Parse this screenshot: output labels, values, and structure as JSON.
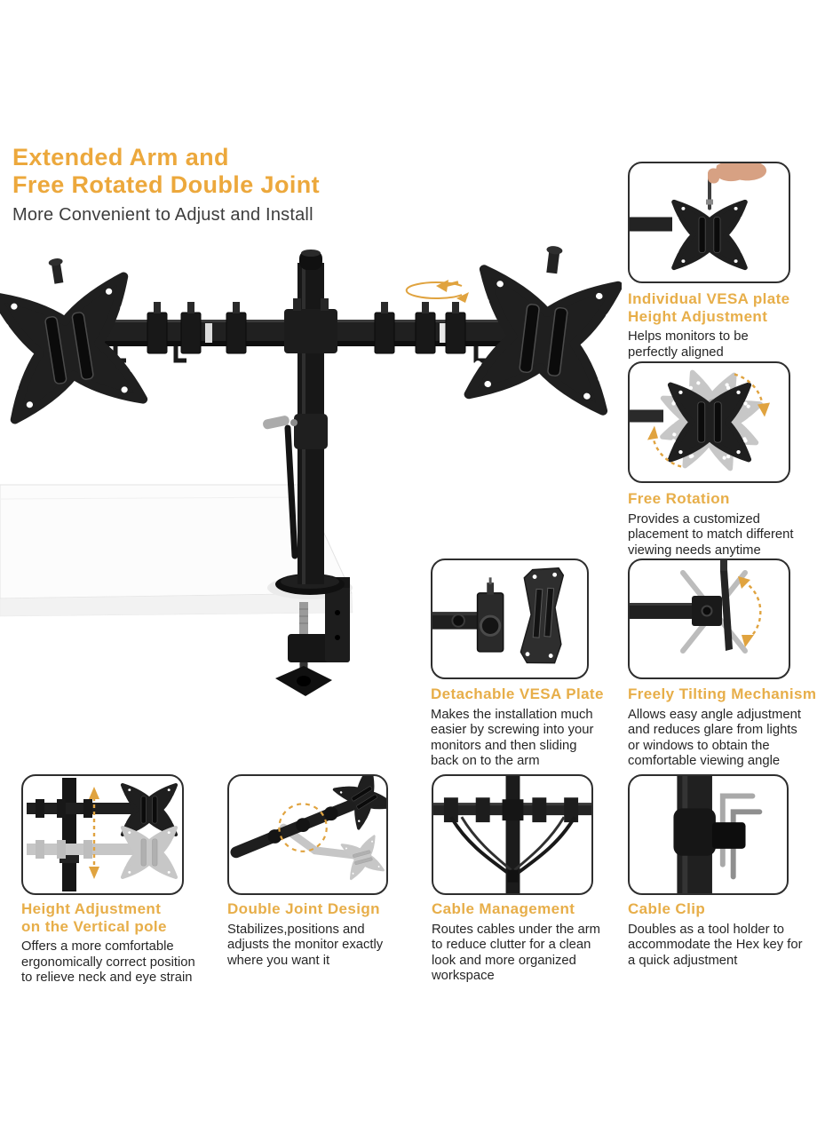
{
  "header": {
    "title_line1": "Extended Arm and",
    "title_line2": "Free Rotated Double Joint",
    "subtitle": "More Convenient to Adjust and Install"
  },
  "colors": {
    "heading_orange": "#ECA83C",
    "caption_orange": "#E7AE49",
    "arrow_orange": "#E0A33F",
    "body_text": "#262626",
    "product_black": "#1C1C1C",
    "ghost_gray": "#C6C6C6",
    "card_border": "#2E2E2E"
  },
  "icons": [
    "rotation-arrows-icon",
    "height-double-arrow-icon",
    "tilt-arc-arrow-icon",
    "joint-highlight-circle-icon",
    "rotation-arc-arrows-icon"
  ],
  "features": {
    "individual_vesa": {
      "title_lines": [
        "Individual VESA plate",
        "Height Adjustment"
      ],
      "body_lines": [
        "Helps monitors to be",
        "perfectly aligned"
      ]
    },
    "free_rotation": {
      "title_lines": [
        "Free Rotation"
      ],
      "body_lines": [
        "Provides a customized",
        "placement to match different",
        "viewing needs anytime"
      ]
    },
    "detachable_vesa": {
      "title_lines": [
        "Detachable VESA Plate"
      ],
      "body_lines": [
        "Makes the installation much",
        "easier by screwing into your",
        "monitors and then sliding",
        "back on to the arm"
      ]
    },
    "tilting": {
      "title_lines": [
        "Freely Tilting Mechanism"
      ],
      "body_lines": [
        "Allows easy angle adjustment",
        "and reduces glare from lights",
        "or windows to obtain the",
        "comfortable viewing angle"
      ]
    },
    "height_adjustment": {
      "title_lines": [
        "Height Adjustment",
        "on the Vertical pole"
      ],
      "body_lines": [
        "Offers a more comfortable",
        "ergonomically correct position",
        "to relieve neck and eye strain"
      ]
    },
    "double_joint": {
      "title_lines": [
        "Double Joint Design"
      ],
      "body_lines": [
        "Stabilizes,positions and",
        "adjusts the monitor exactly",
        "where you want it"
      ]
    },
    "cable_management": {
      "title_lines": [
        "Cable Management"
      ],
      "body_lines": [
        "Routes cables under the arm",
        "to reduce clutter for a clean",
        "look and more organized",
        "workspace"
      ]
    },
    "cable_clip": {
      "title_lines": [
        "Cable Clip"
      ],
      "body_lines": [
        "Doubles as a tool holder to",
        "accommodate the Hex key for",
        "a quick adjustment"
      ]
    }
  }
}
